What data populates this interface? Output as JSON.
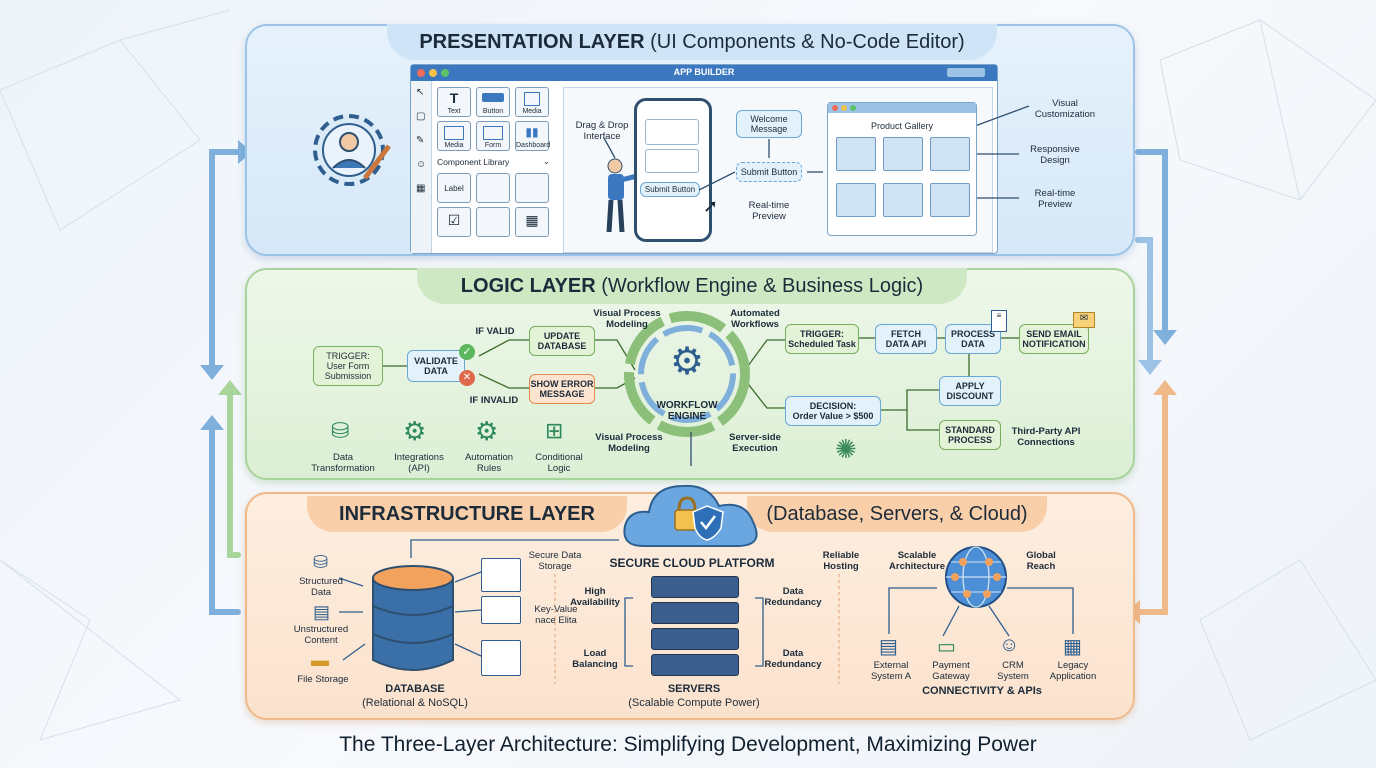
{
  "presentation": {
    "title_bold": "PRESENTATION LAYER",
    "title_rest": " (UI Components & No-Code Editor)",
    "app_builder": "APP BUILDER",
    "tiles": [
      "Text",
      "Button",
      "Media",
      "Media",
      "Form",
      "Dashboard"
    ],
    "component_library": "Component Library",
    "label_tile": "Label",
    "drag_drop": "Drag & Drop\nInterface",
    "submit_button": "Submit Button",
    "welcome": "Welcome\nMessage",
    "submit_button2": "Submit Button",
    "realtime_preview": "Real-time\nPreview",
    "product_gallery": "Product Gallery",
    "visual_customization": "Visual\nCustomization",
    "responsive_design": "Responsive\nDesign",
    "realtime_preview2": "Real-time\nPreview"
  },
  "logic": {
    "title_bold": "LOGIC LAYER",
    "title_rest": " (Workflow Engine & Business Logic)",
    "trigger_form": "TRIGGER:\nUser Form\nSubmission",
    "validate": "VALIDATE\nDATA",
    "if_valid": "IF VALID",
    "if_invalid": "IF INVALID",
    "update_db": "UPDATE\nDATABASE",
    "show_error": "SHOW ERROR\nMESSAGE",
    "vpm_top": "Visual Process\nModeling",
    "automated": "Automated\nWorkflows",
    "engine": "WORKFLOW\nENGINE",
    "vpm_bottom": "Visual Process\nModeling",
    "server_side": "Server-side\nExecution",
    "trigger_sched": "TRIGGER:\nScheduled Task",
    "fetch": "FETCH\nDATA API",
    "process": "PROCESS\nDATA",
    "send_email": "SEND EMAIL\nNOTIFICATION",
    "apply_discount": "APPLY\nDISCOUNT",
    "decision": "DECISION:\nOrder Value > $500",
    "standard": "STANDARD\nPROCESS",
    "third_party": "Third-Party API\nConnections",
    "features": [
      "Data\nTransformation",
      "Integrations\n(API)",
      "Automation\nRules",
      "Conditional\nLogic"
    ]
  },
  "infra": {
    "title_bold": "INFRASTRUCTURE LAYER",
    "title_rest": "(Database, Servers, & Cloud)",
    "cloud": "SECURE CLOUD PLATFORM",
    "structured": "Structured\nData",
    "unstructured": "Unstructured\nContent",
    "file_storage": "File Storage",
    "secure_storage": "Secure Data\nStorage",
    "key_value": "Key-Value\nnace Elita",
    "database": "DATABASE",
    "database_sub": "(Relational & NoSQL)",
    "high_avail": "High\nAvailability",
    "load_bal": "Load\nBalancing",
    "data_red1": "Data\nRedundancy",
    "data_red2": "Data\nRedundancy",
    "servers": "SERVERS",
    "servers_sub": "(Scalable Compute Power)",
    "reliable": "Reliable\nHosting",
    "scalable": "Scalable\nArchitecture",
    "global": "Global\nReach",
    "ext_a": "External\nSystem A",
    "payment": "Payment\nGateway",
    "crm": "CRM\nSystem",
    "legacy": "Legacy\nApplication",
    "connectivity": "CONNECTIVITY & APIs"
  },
  "caption": "The Three-Layer Architecture: Simplifying Development, Maximizing Power",
  "colors": {
    "blue": "#6aa6d6",
    "green": "#77b05c",
    "orange": "#e08a4c"
  }
}
